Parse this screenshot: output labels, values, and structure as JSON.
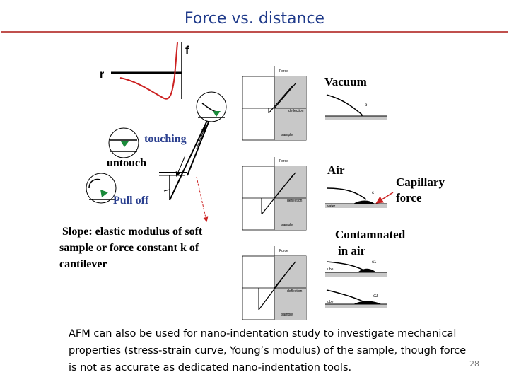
{
  "slide": {
    "title": "Force vs. distance",
    "caption": "AFM can also be used for nano-indentation study to investigate mechanical properties (stress-strain curve, Young’s modulus) of the sample, though force is not as accurate as dedicated nano-indentation tools.",
    "page_number": "28"
  },
  "potential": {
    "axis_f": "f",
    "axis_r": "r"
  },
  "curve_labels": {
    "touching": "touching",
    "untouch": "untouch",
    "pull_off": "Pull off",
    "slope_line1": "Slope: elastic modulus of soft",
    "slope_line2": "sample or force constant k of",
    "slope_line3": "cantilever"
  },
  "panels": {
    "vacuum": "Vacuum",
    "air": "Air",
    "capillary_line1": "Capillary",
    "capillary_line2": "force",
    "contam_line1": "Contamnated",
    "contam_line2": "in air",
    "force": "Force",
    "deflection": "deflection",
    "sample": "sample",
    "b_label": "b",
    "c_label": "c",
    "c1_label": "c1",
    "c2_label": "c2",
    "water": "water",
    "lube": "lube"
  },
  "colors": {
    "title": "#1f3a8a",
    "rule": "#c0504d",
    "potential": "#cc2222",
    "label_blue": "#2a3f8f",
    "tip_green": "#1a8a3a",
    "arrow": "#cc2222"
  }
}
